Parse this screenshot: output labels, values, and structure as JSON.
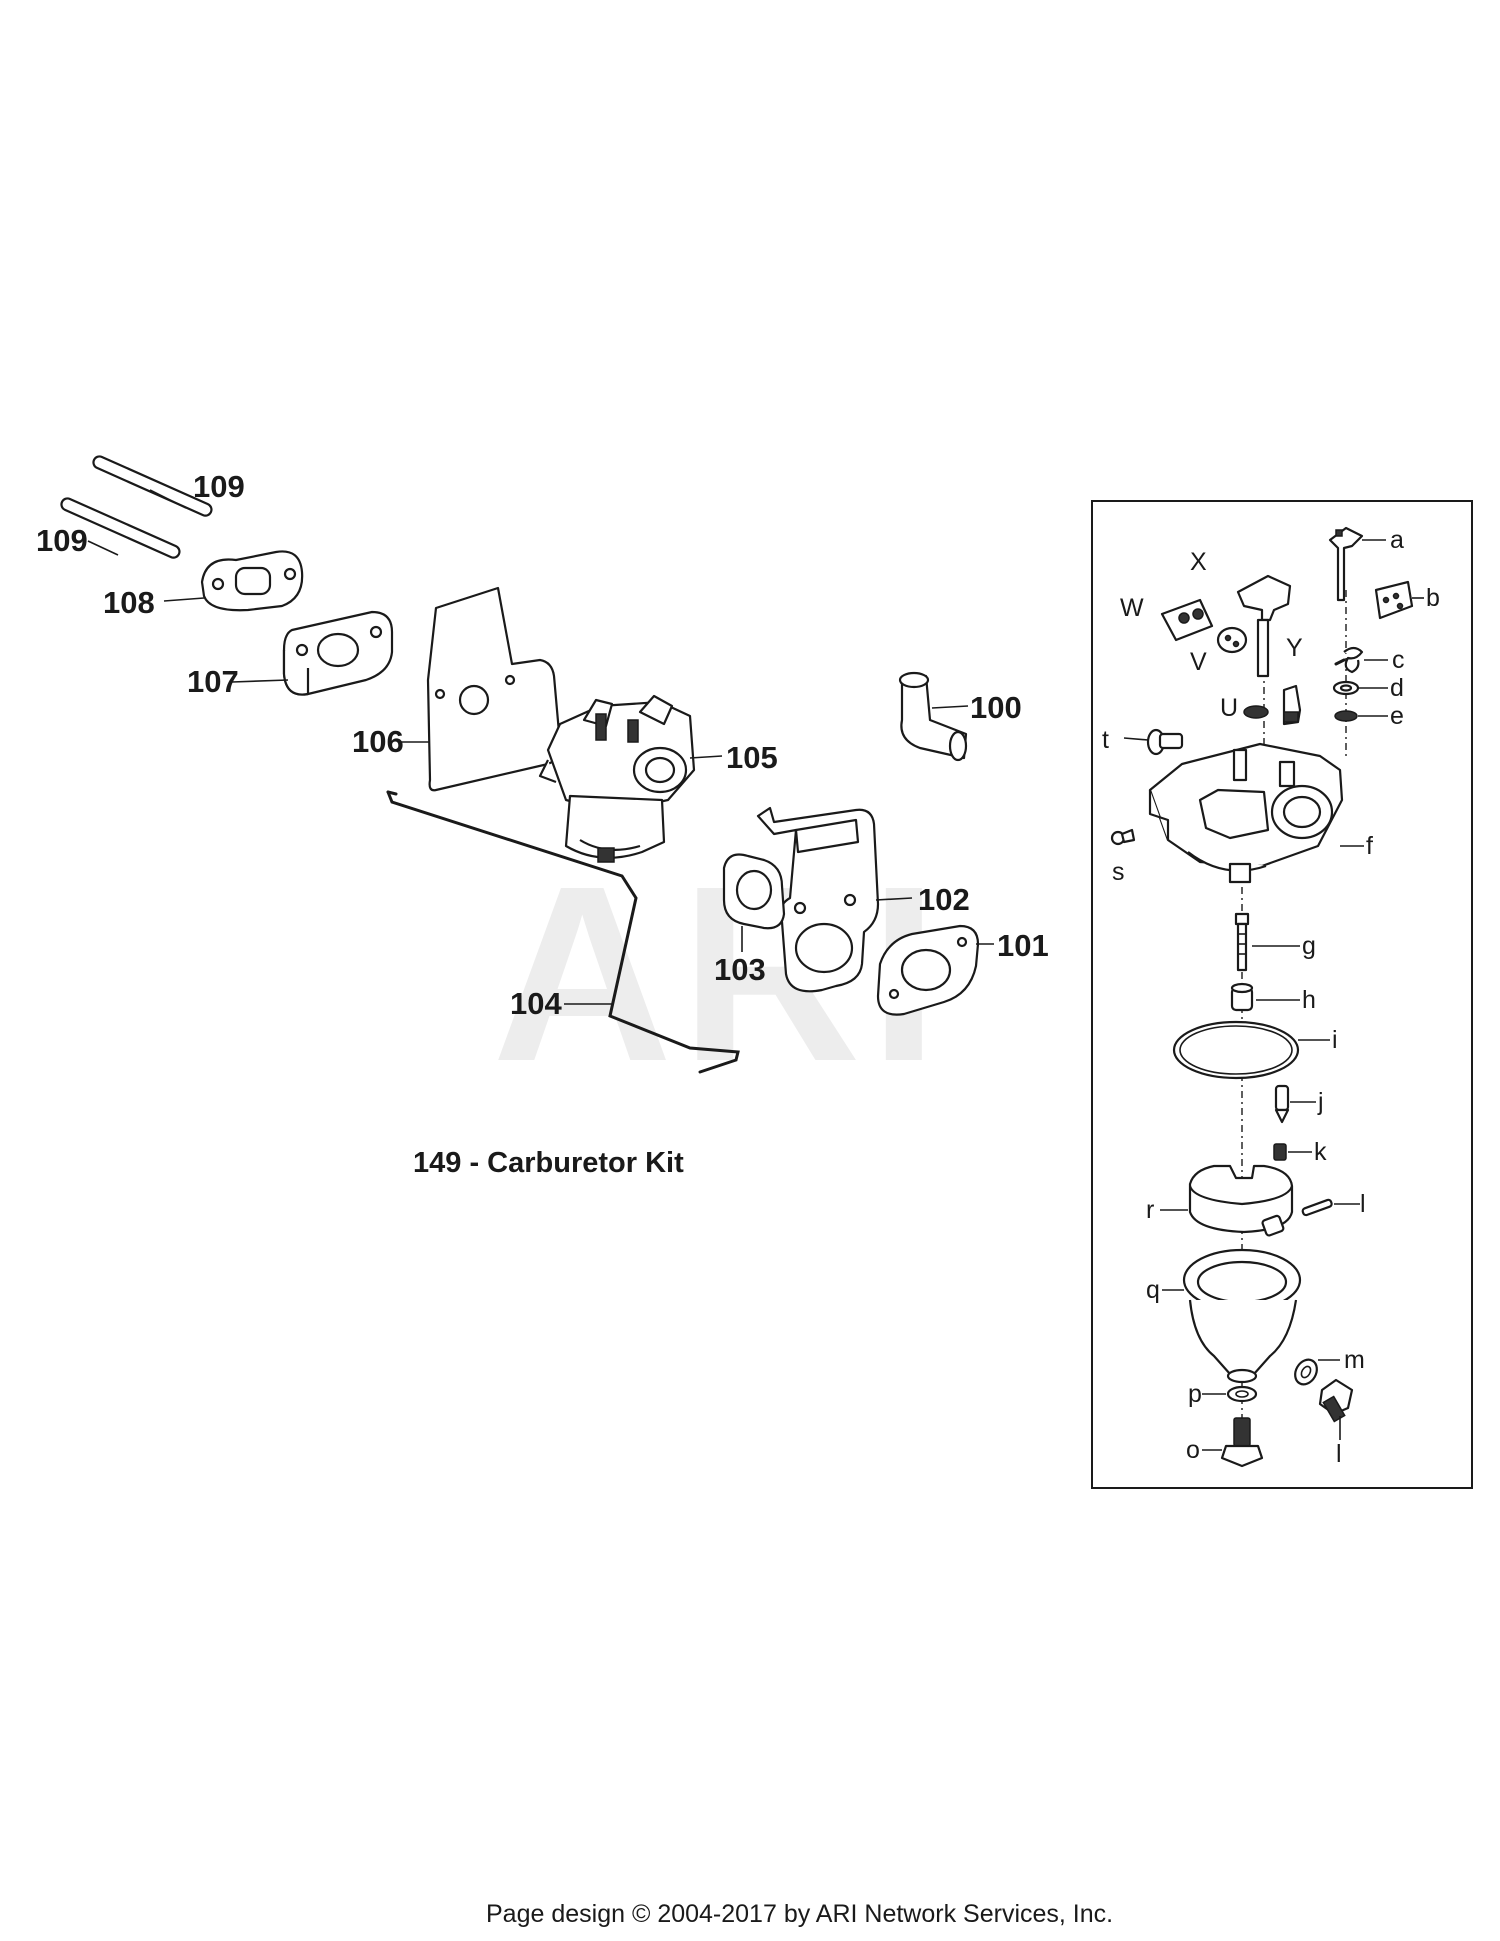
{
  "watermark": "ARI",
  "diagram_title": "149 - Carburetor Kit",
  "footer": "Page design © 2004-2017 by ARI Network Services, Inc.",
  "callouts": {
    "c100": "100",
    "c101": "101",
    "c102": "102",
    "c103": "103",
    "c104": "104",
    "c105": "105",
    "c106": "106",
    "c107": "107",
    "c108": "108",
    "c109a": "109",
    "c109b": "109"
  },
  "kit_labels": {
    "a": "a",
    "b": "b",
    "c": "c",
    "d": "d",
    "e": "e",
    "f": "f",
    "g": "g",
    "h": "h",
    "i": "i",
    "j": "j",
    "k": "k",
    "l1": "l",
    "m": "m",
    "l2": "l",
    "o": "o",
    "p": "p",
    "q": "q",
    "r": "r",
    "s": "s",
    "t": "t",
    "U": "U",
    "V": "V",
    "W": "W",
    "X": "X",
    "Y": "Y"
  }
}
